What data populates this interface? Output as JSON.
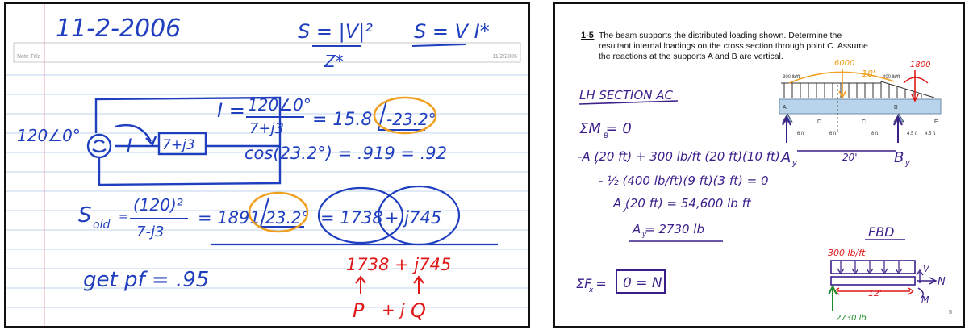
{
  "left_note": {
    "header_label": "Note Title",
    "header_date": "11/2/2006",
    "date": "11-2-2006",
    "formula_s_top": "S = |V|²",
    "formula_s_den": "Z*",
    "formula_s_vi": "S = V I*",
    "source_voltage": "120∠0°",
    "current_label": "I",
    "impedance": "7+j3",
    "i_numerator": "120∠0°",
    "i_denominator": "7+j3",
    "i_result": "= 15.8",
    "i_angle": "-23.2°",
    "cos_line": "cos(23.2°) = .919 = .92",
    "s_old_label": "S",
    "s_old_sub": "old",
    "s_old_num": "(120)²",
    "s_old_den": "7-j3",
    "s_old_mag": "= 1891",
    "s_old_angle": "23.2°",
    "s_old_rect_p": "= 1738",
    "s_old_rect_q": "+ j745",
    "goal": "get pf = .95",
    "red_expr": "1738 + j745",
    "red_p": "P",
    "red_j": "+ j",
    "red_q": "Q"
  },
  "right_slide": {
    "problem_number": "1-5",
    "problem_text_1": "The beam supports the distributed loading shown.  Determine the",
    "problem_text_2": "resultant internal loadings on the cross section through point C.  Assume",
    "problem_text_3": "the reactions at the supports A and B are vertical.",
    "section_label": "LH SECTION AC",
    "moment_eq": "ΣM   = 0",
    "moment_sub": "B",
    "eq1": "-A  (20 ft) + 300 lb/ft (20 ft)(10 ft)",
    "eq1_sub": "y",
    "eq2": "- ½ (400 lb/ft)(9 ft)(3 ft) = 0",
    "eq3": "A  (20 ft) = 54,600 lb ft",
    "eq4": "A  = 2730 lb",
    "fx_eq_prefix": "ΣF  =",
    "fx_sub": "x",
    "fx_boxed": "0 = N",
    "load_300": "300 lb/ft",
    "load_400": "400 lb/ft",
    "red_6000": "6000",
    "red_1800": "1800",
    "dim_18": "18'",
    "dim_20": "20'",
    "dims": [
      "6 ft",
      "6 ft",
      "8 ft",
      "4.5 ft",
      "4.5 ft"
    ],
    "point_labels": [
      "A",
      "D",
      "C",
      "B",
      "E"
    ],
    "ay_label": "A",
    "by_label": "B",
    "fbd_label": "FBD",
    "fbd_load": "300 lb/ft",
    "fbd_length": "12'",
    "fbd_v": "V",
    "fbd_n": "N",
    "fbd_m": "M",
    "fbd_reaction": "2730 lb",
    "page_number": "5"
  },
  "colors": {
    "ink_blue": "#1f3fbf",
    "ink_orange": "#f0a020",
    "ink_red": "#e01818",
    "ink_green": "#1e8c2a",
    "ink_purple": "#3a1e8a",
    "rule_blue": "#bfd4ec",
    "margin_red": "#e8a0a8",
    "beam_blue": "#b8d4ea"
  }
}
